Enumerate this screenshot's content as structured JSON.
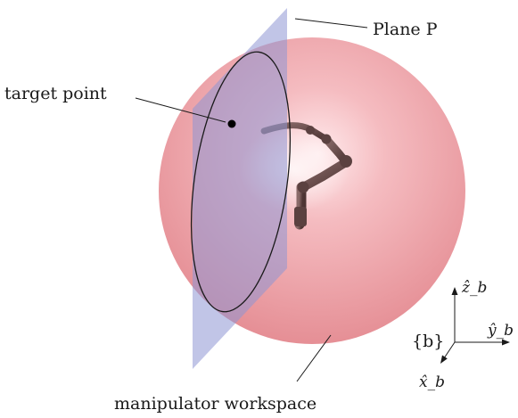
{
  "labels": {
    "plane": "Plane P",
    "target_point": "target point",
    "workspace": "manipulator workspace"
  },
  "frame": {
    "name": "{b}",
    "axis_z": "ẑ_b",
    "axis_y": "ŷ_b",
    "axis_x": "x̂_b"
  },
  "colors": {
    "sphere": "#e5898f",
    "sphere_highlight": "#ffe8ea",
    "plane": "#8e96d3",
    "ellipse": "#1a1a1a",
    "robot_arm": "#6a4d4c",
    "target": "#000000"
  }
}
